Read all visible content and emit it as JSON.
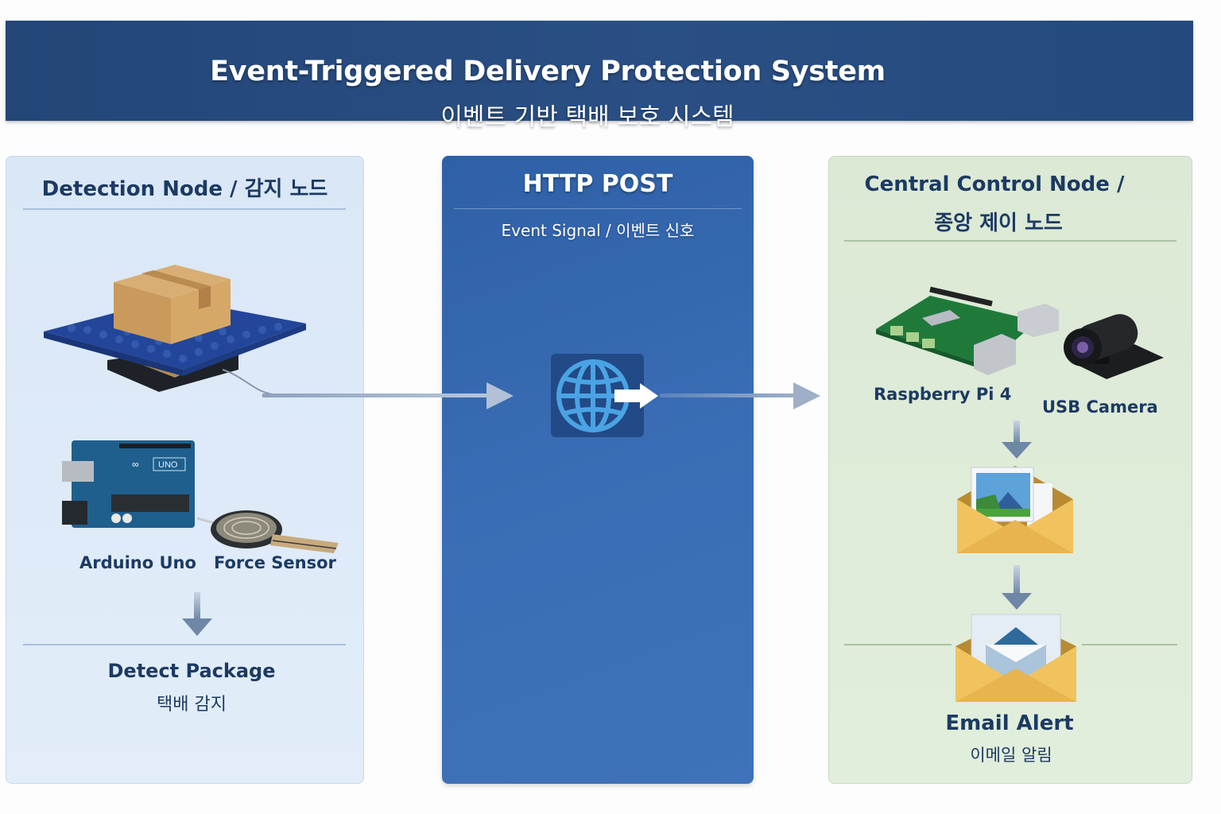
{
  "header": {
    "title": "Event-Triggered Delivery Protection System",
    "subtitle": "이벤트 기반 택배 보호 시스템"
  },
  "detection_node": {
    "title": "Detection Node  /  감지 노드",
    "devices": [
      {
        "label": "Arduino Uno",
        "icon": "arduino-uno-board"
      },
      {
        "label": "Force Sensor",
        "icon": "force-sensor"
      }
    ],
    "scene_icon": "package-on-pressure-mat",
    "result": {
      "title": "Detect Package",
      "subtitle": "택배 감지"
    }
  },
  "transport": {
    "title": "HTTP POST",
    "subtitle": "Event Signal / 이벤트 신호",
    "icon": "globe-send-icon"
  },
  "central_node": {
    "title_line1": "Central Control Node  /",
    "title_line2": "종앙 제이 노드",
    "devices": [
      {
        "label": "Raspberry Pi 4",
        "icon": "raspberry-pi-board"
      },
      {
        "label": "USB Camera",
        "icon": "usb-camera"
      }
    ],
    "steps": [
      {
        "icon": "photo-envelope-icon"
      },
      {
        "icon": "email-envelope-icon",
        "title": "Email Alert",
        "subtitle": "이메일 알림"
      }
    ]
  },
  "colors": {
    "banner": "#234677",
    "detection_panel": "#dde9f7",
    "transport_panel": "#3566ae",
    "central_panel": "#deecd8",
    "text_dark": "#1c3a62",
    "arrow": "#7d94b3"
  }
}
